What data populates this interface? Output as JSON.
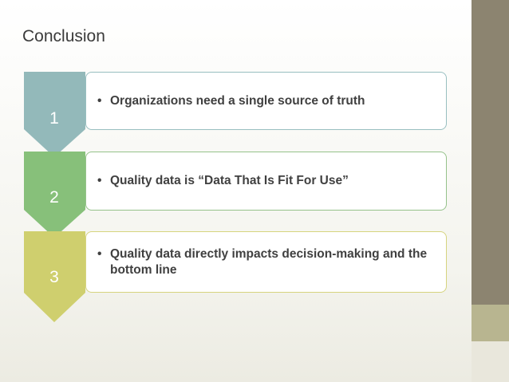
{
  "slide": {
    "title": "Conclusion"
  },
  "steps": [
    {
      "number": "1",
      "text": "Organizations need a single source of truth",
      "color": "#93b9ba",
      "border_color": "#98bfc0"
    },
    {
      "number": "2",
      "text": "Quality data is “Data That Is Fit For Use”",
      "color": "#87c07a",
      "border_color": "#95c28a"
    },
    {
      "number": "3",
      "text": "Quality data directly impacts decision-making and the bottom line",
      "color": "#cfcf6e",
      "border_color": "#d6d47f"
    }
  ],
  "colors": {
    "sidebar": "#8c8470",
    "sidebar_accent": "#b8b590"
  }
}
